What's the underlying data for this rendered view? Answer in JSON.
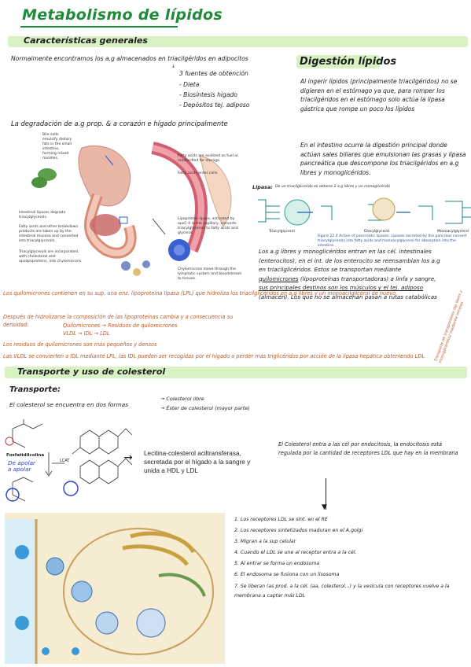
{
  "title": "Metabolismo de lípidos",
  "general": {
    "heading": "Características generales",
    "line1": "Normalmente encontramos los a.g almacenados en triacilgéridos en adipocitos",
    "sources_title": "3 fuentes de obtención",
    "sources": [
      "- Dieta",
      "- Biosíntesis hígado",
      "- Depósitos tej. adiposo"
    ],
    "degradation": "La degradación de a.g prop. & a corazón e hígado principalmente"
  },
  "digestion": {
    "heading": "Digestión lípidos",
    "p1": "Al ingerir lípidos (principalmente triacilgéridos) no se digieren en el estómago ya que, para romper los triacilgéridos en el estómago solo actúa la lipasa gástrica que rompe un poco los lípidos",
    "p2": "En el intestino ocurre la digestión principal donde actúan sales biliares que emulsionan las grasas y lipasa pancreática que descompone los triacilgéridos en a.g libres y monoglicéridos.",
    "lipasa_label": "Lipasa:",
    "lipasa_note": "De un triacilglicerido se obtiene 2 a.g libres y un monoglicérido",
    "fig_labels": [
      "Triacylglycerol",
      "Diacylglycerol",
      "Monoacylglycerol"
    ],
    "fig_caption": "Figure 22.4 Action of pancreatic lipases. Lipases secreted by the pancreas convert triacylglycerols into fatty acids and monoacylglycerol for absorption into the intestine.",
    "p3_part1": "Los a.g libres y monoglicéridos entran en las cél. intestinales (enterocitos), en el int. de los enterocito se reensamblan los a.g en triacilglicéridos. Estos se transportan mediante",
    "p3_quilo": "quilomicrones",
    "p3_part2": "(lipoproteínas transportadoras) a linfa y sangre,",
    "p3_dest": "sus principales destinos son los músculos y el tej. adiposo",
    "p3_part3": "(almacén). Los que no se almacenan pasan a rutas catabólicas",
    "side_note": "Transporte de transportador (lip libres y monoglicéridos) mediante micelas"
  },
  "figure_callouts": [
    "Bile salts emulsify dietary fats in the small intestine, forming mixed micelles.",
    "Intestinal lipases degrade triacylglycerols.",
    "Fatty acids and other breakdown products are taken up by the intestinal mucosa and converted into triacylglycerols.",
    "Triacylglycerols are incorporated, with cholesterol and apolipoproteins, into chylomicrons.",
    "Chylomicrons move through the lymphatic system and bloodstream to tissues.",
    "Lipoprotein lipase, activated by apoC-II in the capillary, converts triacylglycerols to fatty acids and glycerol.",
    "Fatty acids enter cells.",
    "Fatty acids are oxidized as fuel or reesterified for storage."
  ],
  "orange_notes": {
    "n1": "Los quilomicrones contienen en su sup. una enz. lipoproteína lipasa (LPL) que hidroliza los triacilglicéridos en a.g libres y un monoacilglicerol de nuevo.",
    "n2": "Después de hidrolizarse la composición de las lipoproteínas cambia y a consecuencia su densidad:",
    "seq1": "Quilomicrones → Residuos de quilomicrones",
    "seq2": "VLDL → IDL → LDL",
    "n3": "Los residuos de quilomicrones son más pequeños y densos",
    "n4": "Las VLDL se convierten a IDL mediante LPL, las IDL pueden ser recogidas por el hígado o perder más triglicéridos por acción de la lipasa hepática obteniendo LDL"
  },
  "transport": {
    "heading": "Transporte y uso de colesterol",
    "subheading": "Transporte:",
    "line1": "El colesterol se encuentra en dos formas",
    "forms": [
      "→ Colesterol libre",
      "→ Éster de colesterol (mayor parte)"
    ],
    "fosfo_label": "Fosfatidilcolina",
    "blue_note_1": "De apolar",
    "blue_note_2": "a apolar",
    "lcat_label": "LCAT",
    "lcat_def": "Lecitina-colesterol aciltransferasa, secretada por el hígado a la sangre y unida a HDL y LDL",
    "endocytosis_intro": "El Colesterol entra a las cél por endocitosis, la endocitosis está regulada por la cantidad de receptores LDL que hay en la membrana",
    "steps": [
      "1. Los receptores LDL se sint. en el RE",
      "2. Los receptores sintetizados maduran en el A.golgi",
      "3. Migran a la sup celular",
      "4. Cuando el LDL se une al receptor entra a la cél.",
      "5. Al entrar se forma un endosoma",
      "6. El endosoma se fusiona con un lisosoma",
      "7. Se liberan (as prod. a la cél. (aa, colesterol...) y la vesícula con receptores vuelve a la membrana a captar más LDL"
    ]
  },
  "colors": {
    "title_green": "#1f8a3a",
    "band_green": "#d9f2c4",
    "note_orange": "#b85a2a",
    "note_blue": "#2a3fd1"
  }
}
